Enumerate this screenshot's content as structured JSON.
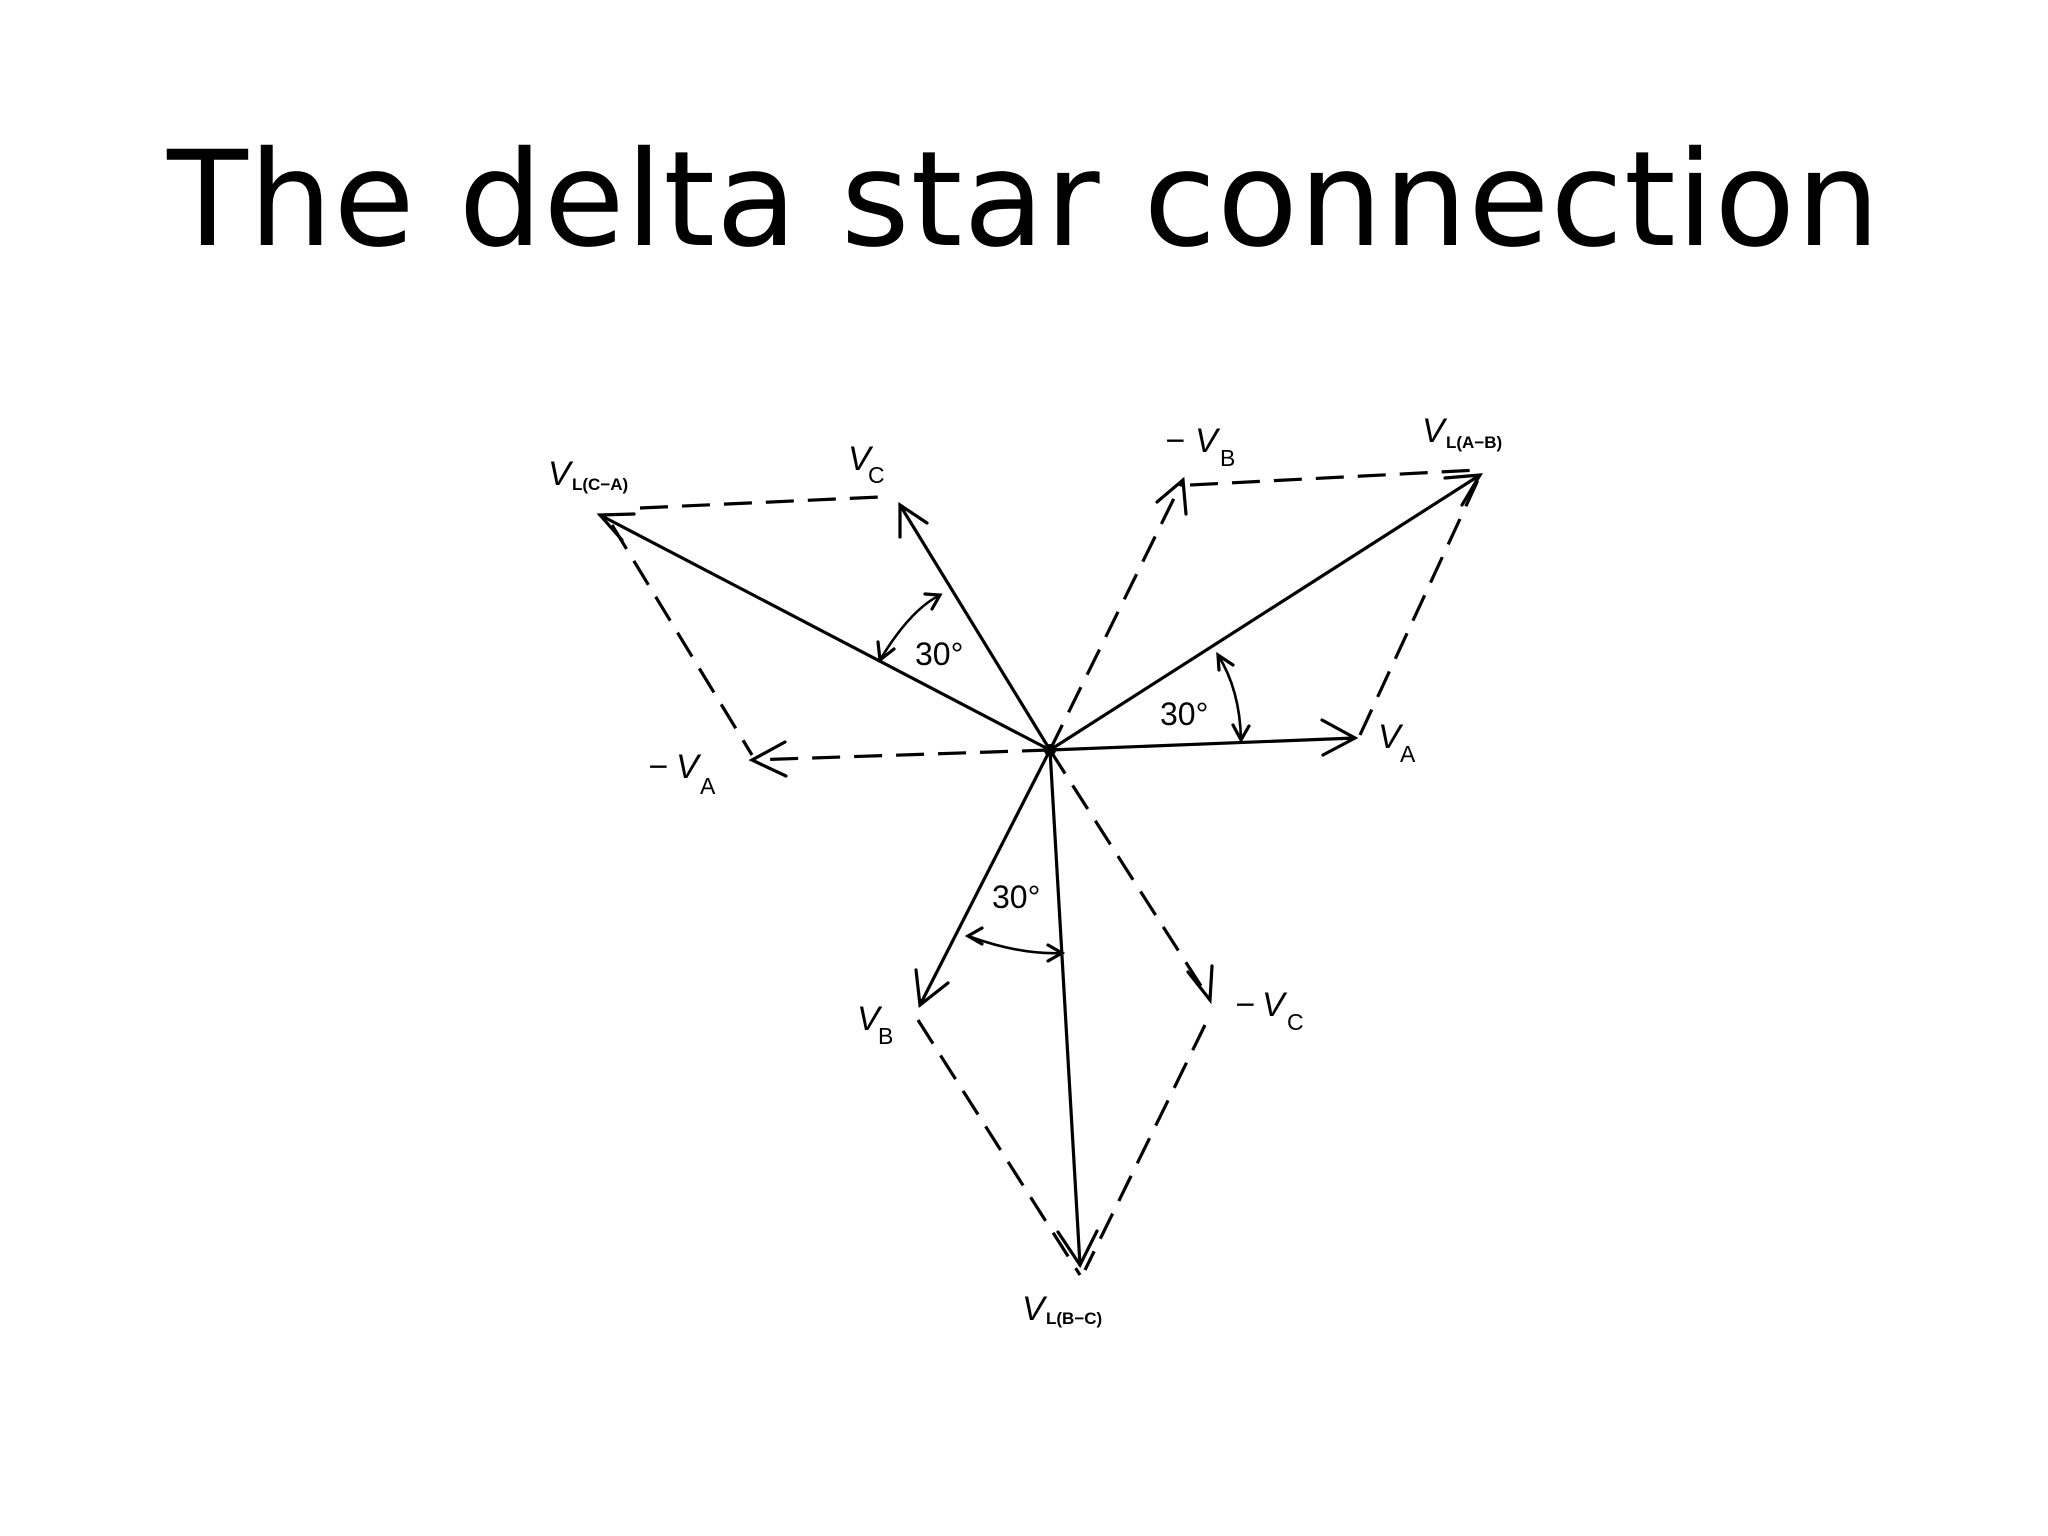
{
  "slide": {
    "title": "The delta star connection"
  },
  "diagram": {
    "labels": {
      "va_main": "V",
      "va_sub": "A",
      "neg_va_prefix": "−",
      "neg_va_main": "V",
      "neg_va_sub": "A",
      "vc_main": "V",
      "vc_sub": "C",
      "neg_vb_prefix": "−",
      "neg_vb_main": "V",
      "neg_vb_sub": "B",
      "vb_main": "V",
      "vb_sub": "B",
      "neg_vc_prefix": "−",
      "neg_vc_main": "V",
      "neg_vc_sub": "C",
      "vl_ab_main": "V",
      "vl_ab_sub": "L(A−B)",
      "vl_ca_main": "V",
      "vl_ca_sub": "L(C−A)",
      "vl_bc_main": "V",
      "vl_bc_sub": "L(B−C)"
    },
    "angles": {
      "top_left": "30°",
      "right": "30°",
      "bottom": "30°"
    }
  }
}
